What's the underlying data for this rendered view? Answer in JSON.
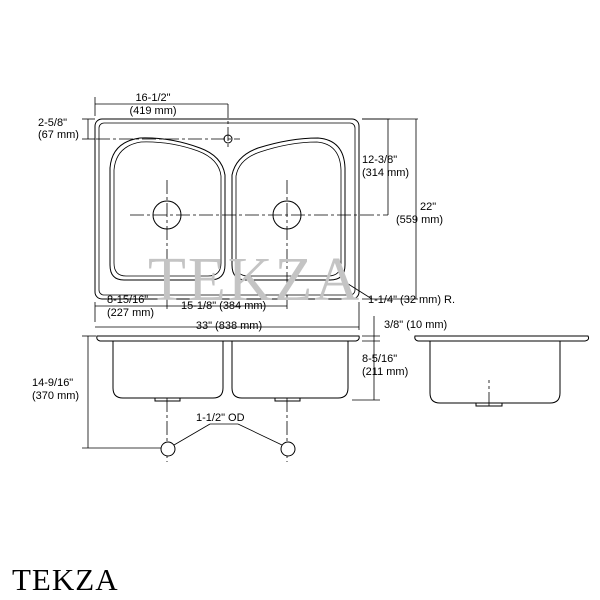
{
  "dimensions": {
    "top_width": "16-1/2\"",
    "top_width_mm": "(419 mm)",
    "faucet_offset": "2-5/8\"",
    "faucet_offset_mm": "(67 mm)",
    "basin_front": "12-3/8\"",
    "basin_front_mm": "(314 mm)",
    "overall_depth": "22\"",
    "overall_depth_mm": "(559 mm)",
    "left_drain": "8-15/16\"",
    "left_drain_mm": "(227 mm)",
    "drain_spacing": "15-1/8\" (384 mm)",
    "corner_radius": "1-1/4\" (32 mm) R.",
    "overall_width": "33\" (838 mm)",
    "rim_height": "3/8\" (10 mm)",
    "ledge_depth": "8-5/16\"",
    "ledge_depth_mm": "(211 mm)",
    "bowl_depth": "14-9/16\"",
    "bowl_depth_mm": "(370 mm)",
    "drain_od": "1-1/2\" OD"
  },
  "watermark": "TEKZA",
  "brand": "TEKZA"
}
